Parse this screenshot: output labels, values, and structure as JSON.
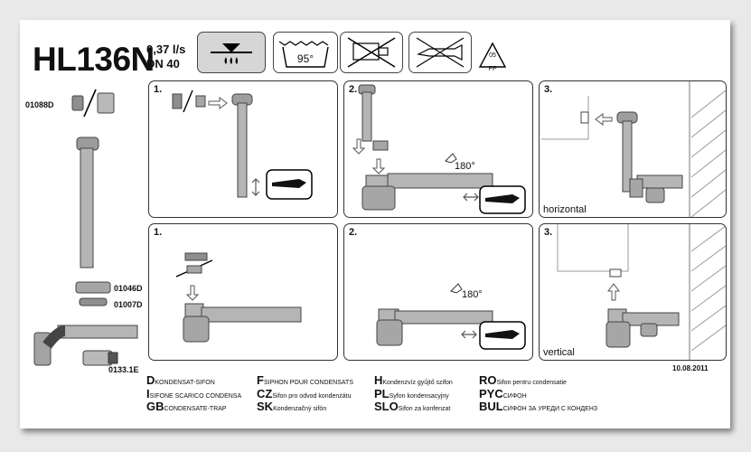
{
  "header": {
    "model": "HL136N",
    "flow": "0,37 l/s",
    "dn": "DN 40",
    "temperature": "95°",
    "recycle_code": "05",
    "recycle_material": "PP",
    "icons": [
      "sink-drain-icon",
      "hot-water-95-icon",
      "no-washing-machine-icon",
      "no-pipe-cleaner-icon",
      "recycling-pp-icon"
    ]
  },
  "parts": {
    "top": "01088D",
    "nut": "01046D",
    "seal": "01007D",
    "bottom": "0133.1E"
  },
  "steps": {
    "row1": [
      {
        "num": "1.",
        "label": ""
      },
      {
        "num": "2.",
        "label": "",
        "rotation": "180°"
      },
      {
        "num": "3.",
        "label": "horizontal"
      }
    ],
    "row2": [
      {
        "num": "1.",
        "label": ""
      },
      {
        "num": "2.",
        "label": "",
        "rotation": "180°"
      },
      {
        "num": "3.",
        "label": "vertical"
      }
    ]
  },
  "date": "10.08.2011",
  "legend": [
    {
      "code": "D",
      "text": "KONDENSAT-SIFON"
    },
    {
      "code": "I",
      "text": "SIFONE SCARICO CONDENSA"
    },
    {
      "code": "GB",
      "text": "CONDENSATE-TRAP"
    },
    {
      "code": "F",
      "text": "SIPHON POUR CONDENSATS"
    },
    {
      "code": "CZ",
      "text": "Sifon pro odvod kondenzátu"
    },
    {
      "code": "SK",
      "text": "Kondenzačný sifón"
    },
    {
      "code": "H",
      "text": "Kondenzvíz gyűjtő szifon"
    },
    {
      "code": "PL",
      "text": "Syfon kondensacyjny"
    },
    {
      "code": "SLO",
      "text": "Sifon za konfenzat"
    },
    {
      "code": "RO",
      "text": "Sifon pentru condensatie"
    },
    {
      "code": "PYC",
      "text": "СИФОН"
    },
    {
      "code": "BUL",
      "text": "СИФОН ЗА УРЕДИ С КОНДЕНЗ"
    }
  ],
  "colors": {
    "pipe": "#a9a9a9",
    "pipe_dark": "#6e6e6e",
    "border": "#333333"
  }
}
